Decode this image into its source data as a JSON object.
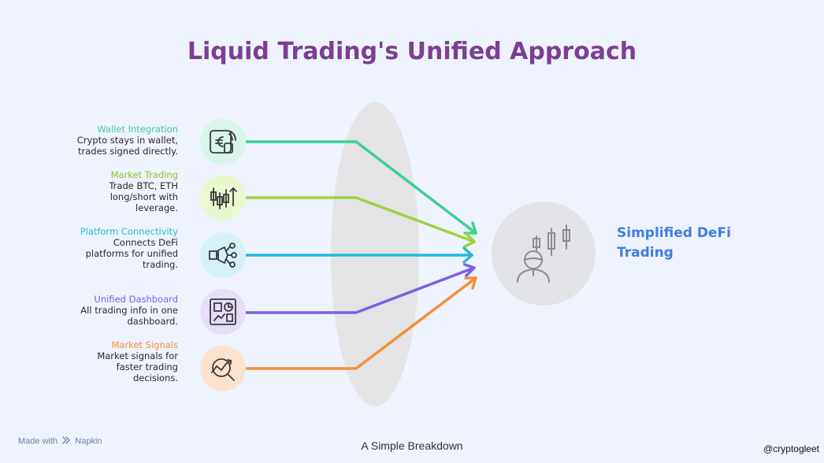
{
  "title": "Liquid Trading's Unified Approach",
  "items": [
    {
      "heading": "Wallet Integration",
      "lines": [
        "Crypto stays in wallet,",
        "trades signed directly."
      ],
      "color": "#3fcf95",
      "bg": "#d9f5ea",
      "icon": "wallet-euro-icon"
    },
    {
      "heading": "Market Trading",
      "lines": [
        "Trade BTC, ETH",
        "long/short with",
        "leverage."
      ],
      "color": "#9fd13f",
      "bg": "#eaf8cf",
      "icon": "candlestick-icon"
    },
    {
      "heading": "Platform Connectivity",
      "lines": [
        "Connects DeFi",
        "platforms for unified",
        "trading."
      ],
      "color": "#27b9dc",
      "bg": "#d4f1f8",
      "icon": "network-icon"
    },
    {
      "heading": "Unified Dashboard",
      "lines": [
        "All trading info in one",
        "dashboard."
      ],
      "color": "#7f5ee6",
      "bg": "#e6ddf8",
      "icon": "dashboard-icon"
    },
    {
      "heading": "Market Signals",
      "lines": [
        "Market signals for",
        "faster trading",
        "decisions."
      ],
      "color": "#f2913c",
      "bg": "#fbe2cc",
      "icon": "signal-search-icon"
    }
  ],
  "target": {
    "label_line1": "Simplified DeFi",
    "label_line2": "Trading",
    "icon": "trader-chart-icon"
  },
  "footer": {
    "made_with": "Made with",
    "brand": "Napkin",
    "subtitle": "A Simple Breakdown",
    "handle": "@cryptogleet"
  }
}
